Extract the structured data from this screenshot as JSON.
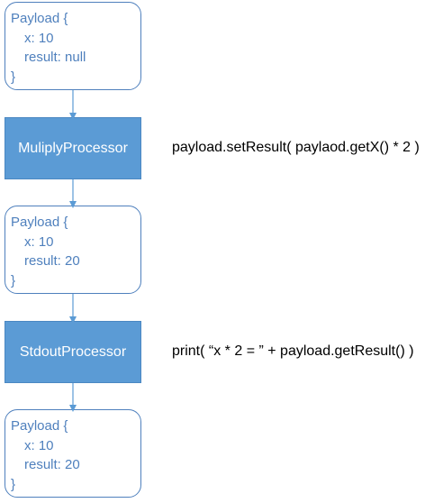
{
  "diagram": {
    "payloads": [
      {
        "title": "Payload {",
        "x_line": "x: 10",
        "result_line": "result: null",
        "close": "}"
      },
      {
        "title": "Payload {",
        "x_line": "x: 10",
        "result_line": "result: 20",
        "close": "}"
      },
      {
        "title": "Payload {",
        "x_line": "x: 10",
        "result_line": "result: 20",
        "close": "}"
      }
    ],
    "processors": [
      {
        "label": "MuliplyProcessor",
        "code": "payload.setResult( paylaod.getX() * 2 )"
      },
      {
        "label": "StdoutProcessor",
        "code": "print( “x * 2 = ” + payload.getResult() )"
      }
    ],
    "colors": {
      "box_border": "#4f80bd",
      "box_text": "#4f80bd",
      "processor_fill": "#5b9bd5",
      "arrow": "#5b9bd5"
    }
  }
}
